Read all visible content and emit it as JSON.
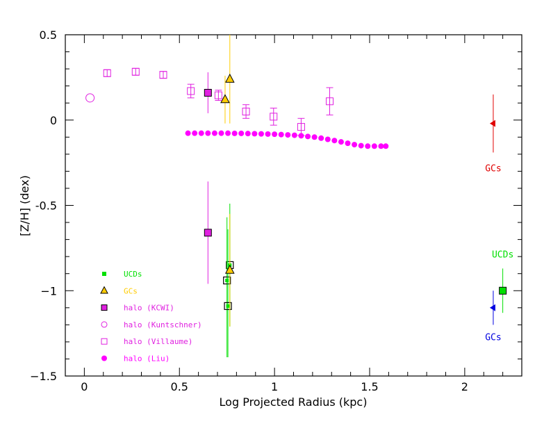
{
  "chart_data": {
    "type": "scatter",
    "xlabel": "Log Projected Radius (kpc)",
    "ylabel": "[Z/H] (dex)",
    "xlim": [
      -0.1,
      2.3
    ],
    "ylim": [
      -1.5,
      0.5
    ],
    "xticks": [
      0,
      0.5,
      1,
      1.5,
      2
    ],
    "xtick_labels": [
      "0",
      "0.5",
      "1",
      "1.5",
      "2"
    ],
    "yticks": [
      -1.5,
      -1,
      -0.5,
      0,
      0.5
    ],
    "ytick_labels": [
      "−1.5",
      "−1",
      "-0.5",
      "0",
      "0.5"
    ],
    "grid": false,
    "legend_position": "bottom-left",
    "series": [
      {
        "name": "UCDs",
        "marker": "square-filled",
        "color": "#00e000",
        "legend_label": "UCDs",
        "points": [
          {
            "x": 0.765,
            "y": -0.85,
            "yerr": [
              0.36,
              0.36
            ]
          },
          {
            "x": 0.75,
            "y": -0.94,
            "yerr": [
              0.45,
              0.37
            ]
          },
          {
            "x": 0.755,
            "y": -1.09,
            "yerr": [
              0.3,
              0.45
            ]
          }
        ]
      },
      {
        "name": "GCs",
        "marker": "triangle-filled",
        "color": "#ffcc00",
        "legend_label": "GCs",
        "points": [
          {
            "x": 0.765,
            "y": 0.24,
            "yerr": [
              0.26,
              0.26
            ]
          },
          {
            "x": 0.74,
            "y": 0.12,
            "yerr": [
              0.14,
              0.14
            ]
          },
          {
            "x": 0.765,
            "y": -0.88,
            "yerr": [
              0.33,
              0.33
            ]
          }
        ]
      },
      {
        "name": "halo (KCWI)",
        "marker": "square-filled",
        "color": "#e020e0",
        "legend_label": "halo (KCWI)",
        "points": [
          {
            "x": 0.65,
            "y": 0.16,
            "yerr": [
              0.12,
              0.12
            ]
          },
          {
            "x": 0.65,
            "y": -0.66,
            "yerr": [
              0.3,
              0.3
            ]
          }
        ]
      },
      {
        "name": "halo (Kuntschner)",
        "marker": "circle-open",
        "color": "#e020e0",
        "legend_label": "halo (Kuntschner)",
        "points": [
          {
            "x": 0.03,
            "y": 0.13
          }
        ]
      },
      {
        "name": "halo (Villaume)",
        "marker": "square-open",
        "color": "#e020e0",
        "legend_label": "halo (Villaume)",
        "points": [
          {
            "x": 0.12,
            "y": 0.275,
            "yerr": [
              0.02,
              0.02
            ]
          },
          {
            "x": 0.27,
            "y": 0.283,
            "yerr": [
              0.02,
              0.02
            ]
          },
          {
            "x": 0.415,
            "y": 0.265,
            "yerr": [
              0.02,
              0.02
            ]
          },
          {
            "x": 0.56,
            "y": 0.17,
            "yerr": [
              0.04,
              0.04
            ]
          },
          {
            "x": 0.705,
            "y": 0.145,
            "yerr": [
              0.03,
              0.03
            ]
          },
          {
            "x": 0.85,
            "y": 0.05,
            "yerr": [
              0.04,
              0.04
            ]
          },
          {
            "x": 0.995,
            "y": 0.02,
            "yerr": [
              0.05,
              0.05
            ]
          },
          {
            "x": 1.14,
            "y": -0.04,
            "yerr": [
              0.05,
              0.05
            ]
          },
          {
            "x": 1.29,
            "y": 0.11,
            "yerr": [
              0.08,
              0.08
            ]
          }
        ]
      },
      {
        "name": "halo (Liu)",
        "marker": "circle-filled",
        "color": "#ff00ff",
        "legend_label": "halo (Liu)",
        "points": [
          {
            "x": 0.545,
            "y": -0.077
          },
          {
            "x": 0.58,
            "y": -0.077
          },
          {
            "x": 0.615,
            "y": -0.077
          },
          {
            "x": 0.65,
            "y": -0.077
          },
          {
            "x": 0.685,
            "y": -0.077
          },
          {
            "x": 0.72,
            "y": -0.077
          },
          {
            "x": 0.755,
            "y": -0.077
          },
          {
            "x": 0.79,
            "y": -0.078
          },
          {
            "x": 0.825,
            "y": -0.078
          },
          {
            "x": 0.86,
            "y": -0.079
          },
          {
            "x": 0.895,
            "y": -0.08
          },
          {
            "x": 0.93,
            "y": -0.081
          },
          {
            "x": 0.965,
            "y": -0.082
          },
          {
            "x": 1.0,
            "y": -0.083
          },
          {
            "x": 1.035,
            "y": -0.085
          },
          {
            "x": 1.07,
            "y": -0.087
          },
          {
            "x": 1.105,
            "y": -0.089
          },
          {
            "x": 1.14,
            "y": -0.092
          },
          {
            "x": 1.175,
            "y": -0.096
          },
          {
            "x": 1.21,
            "y": -0.1
          },
          {
            "x": 1.245,
            "y": -0.106
          },
          {
            "x": 1.28,
            "y": -0.113
          },
          {
            "x": 1.315,
            "y": -0.12
          },
          {
            "x": 1.35,
            "y": -0.128
          },
          {
            "x": 1.385,
            "y": -0.136
          },
          {
            "x": 1.42,
            "y": -0.144
          },
          {
            "x": 1.455,
            "y": -0.15
          },
          {
            "x": 1.49,
            "y": -0.153
          },
          {
            "x": 1.525,
            "y": -0.153
          },
          {
            "x": 1.56,
            "y": -0.153
          },
          {
            "x": 1.585,
            "y": -0.153
          }
        ]
      },
      {
        "name": "GCs (red)",
        "marker": "triangle-left-filled",
        "color": "#e00000",
        "points": [
          {
            "x": 2.15,
            "y": -0.02,
            "yerr": [
              0.17,
              0.17
            ]
          }
        ]
      },
      {
        "name": "UCDs (green)",
        "marker": "square-filled",
        "color": "#00e000",
        "points": [
          {
            "x": 2.2,
            "y": -1.0,
            "yerr": [
              0.13,
              0.13
            ]
          }
        ]
      },
      {
        "name": "GCs (blue)",
        "marker": "triangle-left-filled",
        "color": "#0000e0",
        "points": [
          {
            "x": 2.15,
            "y": -1.1,
            "yerr": [
              0.1,
              0.1
            ]
          }
        ]
      }
    ],
    "annotations": [
      {
        "text": "GCs",
        "x": 2.15,
        "y": -0.3,
        "color": "#e00000"
      },
      {
        "text": "UCDs",
        "x": 2.2,
        "y": -0.805,
        "color": "#00e000"
      },
      {
        "text": "GCs",
        "x": 2.15,
        "y": -1.29,
        "color": "#0000e0"
      }
    ]
  }
}
